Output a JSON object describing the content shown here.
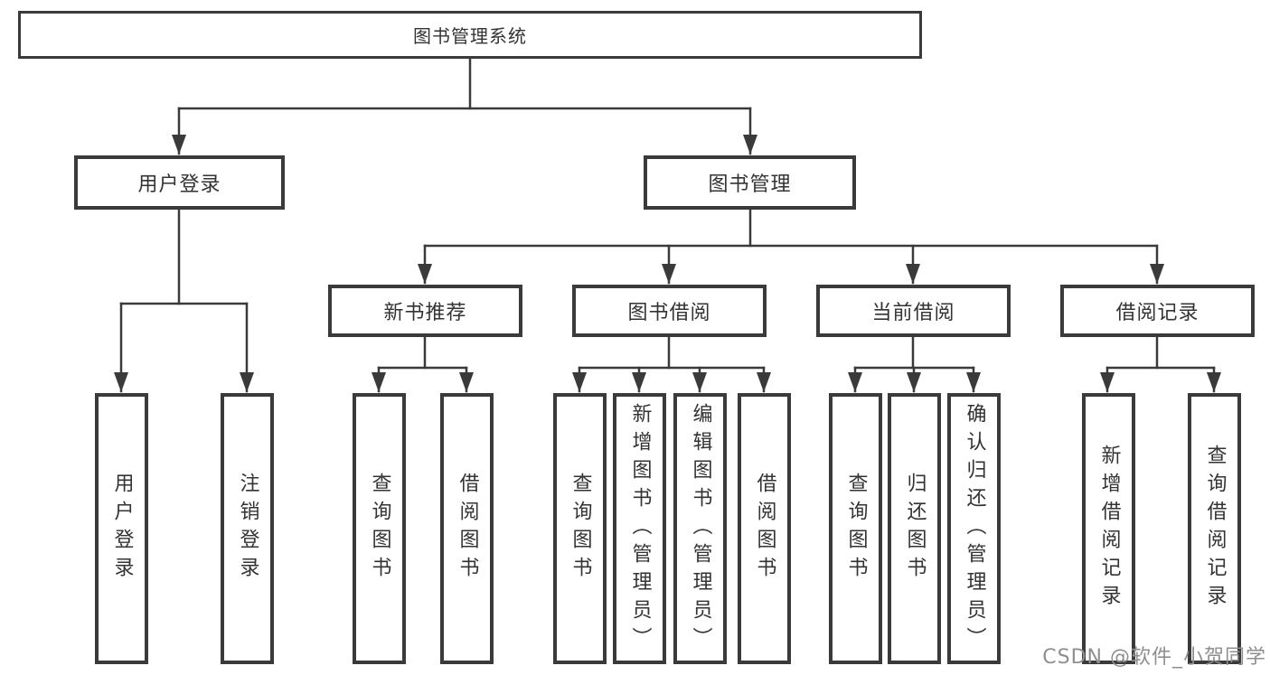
{
  "tree": {
    "label": "图书管理系统",
    "children": [
      {
        "label": "用户登录",
        "children": [
          {
            "label": "用户登录"
          },
          {
            "label": "注销登录"
          }
        ]
      },
      {
        "label": "图书管理",
        "children": [
          {
            "label": "新书推荐",
            "children": [
              {
                "label": "查询图书"
              },
              {
                "label": "借阅图书"
              }
            ]
          },
          {
            "label": "图书借阅",
            "children": [
              {
                "label": "查询图书"
              },
              {
                "label": "新增图书（管理员）"
              },
              {
                "label": "编辑图书（管理员）"
              },
              {
                "label": "借阅图书"
              }
            ]
          },
          {
            "label": "当前借阅",
            "children": [
              {
                "label": "查询图书"
              },
              {
                "label": "归还图书"
              },
              {
                "label": "确认归还（管理员）"
              }
            ]
          },
          {
            "label": "借阅记录",
            "children": [
              {
                "label": "新增借阅记录"
              },
              {
                "label": "查询借阅记录"
              }
            ]
          }
        ]
      }
    ]
  },
  "watermark": {
    "text": "CSDN @软件_小贺同学"
  },
  "colors": {
    "line": "#3a3a3a",
    "box_border": "#3a3a3a",
    "text": "#333333",
    "watermark": "#8f8f8f",
    "background": "#ffffff"
  }
}
